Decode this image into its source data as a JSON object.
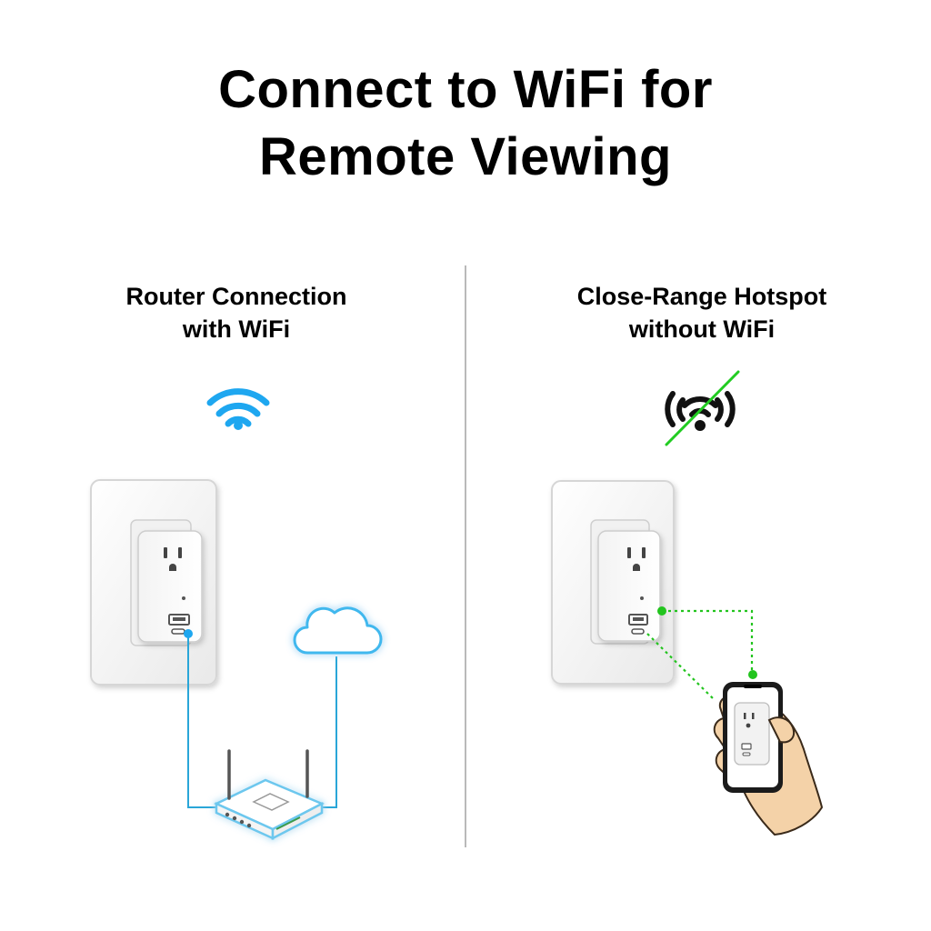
{
  "title": {
    "line1": "Connect to WiFi for",
    "line2": "Remote Viewing"
  },
  "left_panel": {
    "heading_line1": "Router Connection",
    "heading_line2": "with WiFi",
    "wifi_icon_color": "#1ea7f0",
    "link_color": "#2aa6d8"
  },
  "right_panel": {
    "heading_line1": "Close-Range Hotspot",
    "heading_line2": "without WiFi",
    "strike_color": "#22cc22",
    "link_color": "#22c41e"
  }
}
